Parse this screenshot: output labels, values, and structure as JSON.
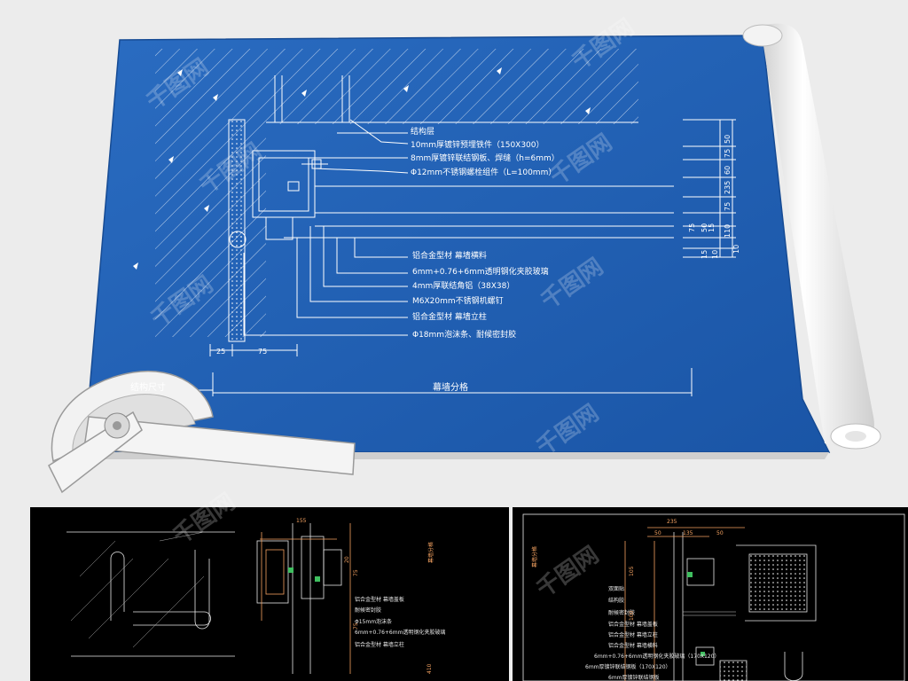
{
  "blueprint": {
    "labels": [
      "结构层",
      "10mm厚镀锌预埋铁件（150X300）",
      "8mm厚镀锌联结钢板、焊缝（h=6mm）",
      "Φ12mm不锈钢螺栓组件（L=100mm）",
      "铝合金型材   幕墙横料",
      "6mm+0.76+6mm透明钢化夹胶玻璃",
      "4mm厚联结角铝（38X38）",
      "M6X20mm不锈钢机螺钉",
      "铝合金型材   幕墙立柱",
      "Φ18mm泡沫条、耐候密封胶"
    ],
    "bottom_dims": [
      "25",
      "75"
    ],
    "right_dims": [
      "50",
      "75",
      "60",
      "235",
      "75",
      "50",
      "110",
      "15",
      "10",
      "75",
      "15",
      "10"
    ],
    "structure_size_label": "结构尺寸",
    "curtain_grid_label": "幕墙分格",
    "watermark": "千图网"
  },
  "cad_left": {
    "labels": [
      "铝合金型材   幕墙盖板",
      "耐候密封胶",
      "Φ15mm泡沫条",
      "6mm+0.76+6mm透明钢化夹胶玻璃",
      "铝合金型材   幕墙立柱"
    ],
    "vertical_label": "幕墙分格",
    "dims": [
      "155",
      "75",
      "75",
      "20",
      "410"
    ]
  },
  "cad_right": {
    "labels": [
      "双面贴",
      "结构胶",
      "耐候密封胶",
      "铝合金型材   幕墙盖板",
      "铝合金型材   幕墙立柱",
      "铝合金型材   幕墙横料",
      "6mm+0.76+6mm透明钢化夹胶玻璃（170X120）",
      "6mm厚镀锌联结钢板（170X120）",
      "6mm厚镀锌联结钢板"
    ],
    "vertical_label": "幕墙分格",
    "dims": [
      "235",
      "50",
      "135",
      "50",
      "105",
      "100"
    ]
  },
  "colors": {
    "paper_blue": "#1f5fb3",
    "cad_black": "#000000",
    "cad_orange": "#f4a261",
    "cad_green": "#3fbf5f",
    "background": "#ececec"
  }
}
